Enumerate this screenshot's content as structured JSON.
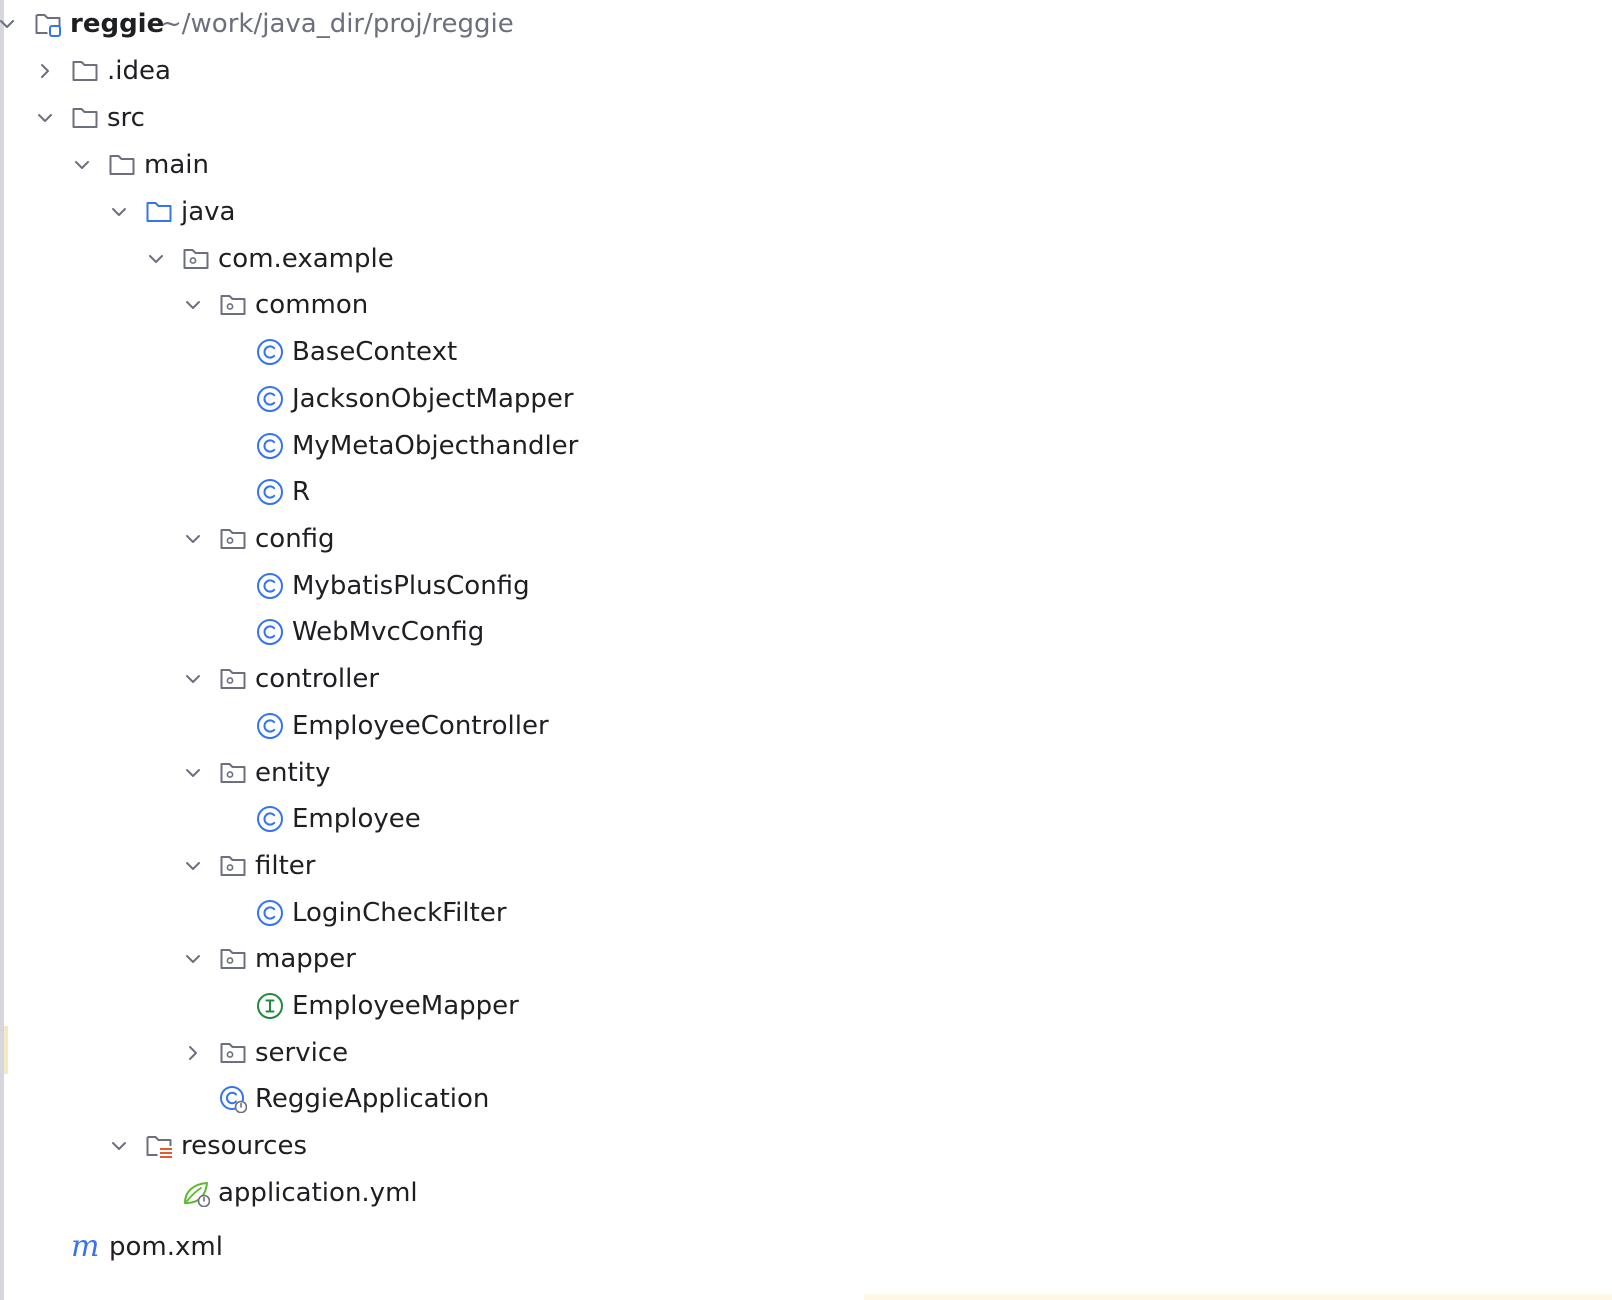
{
  "project": {
    "name": "reggie",
    "path": "~/work/java_dir/proj/reggie"
  },
  "colors": {
    "folder_stroke": "#6c707e",
    "source_folder": "#3574f0",
    "class_icon": "#3574f0",
    "interface_icon": "#208a3c",
    "resources_accent": "#e55b2e",
    "spring_green": "#5fb832",
    "maven_blue": "#3574f0"
  },
  "tree": [
    {
      "label": "reggie",
      "icon": "module-icon",
      "arrow": "down",
      "bold": true
    },
    {
      "label": ".idea",
      "icon": "folder-icon",
      "arrow": "right"
    },
    {
      "label": "src",
      "icon": "folder-icon",
      "arrow": "down"
    },
    {
      "label": "main",
      "icon": "folder-icon",
      "arrow": "down"
    },
    {
      "label": "java",
      "icon": "source-folder-icon",
      "arrow": "down"
    },
    {
      "label": "com.example",
      "icon": "package-icon",
      "arrow": "down"
    },
    {
      "label": "common",
      "icon": "package-icon",
      "arrow": "down"
    },
    {
      "label": "BaseContext",
      "icon": "class-icon"
    },
    {
      "label": "JacksonObjectMapper",
      "icon": "class-icon"
    },
    {
      "label": "MyMetaObjecthandler",
      "icon": "class-icon"
    },
    {
      "label": "R",
      "icon": "class-icon"
    },
    {
      "label": "config",
      "icon": "package-icon",
      "arrow": "down"
    },
    {
      "label": "MybatisPlusConfig",
      "icon": "class-icon"
    },
    {
      "label": "WebMvcConfig",
      "icon": "class-icon"
    },
    {
      "label": "controller",
      "icon": "package-icon",
      "arrow": "down"
    },
    {
      "label": "EmployeeController",
      "icon": "class-icon"
    },
    {
      "label": "entity",
      "icon": "package-icon",
      "arrow": "down"
    },
    {
      "label": "Employee",
      "icon": "class-icon"
    },
    {
      "label": "filter",
      "icon": "package-icon",
      "arrow": "down"
    },
    {
      "label": "LoginCheckFilter",
      "icon": "class-icon"
    },
    {
      "label": "mapper",
      "icon": "package-icon",
      "arrow": "down"
    },
    {
      "label": "EmployeeMapper",
      "icon": "interface-icon"
    },
    {
      "label": "service",
      "icon": "package-icon",
      "arrow": "right"
    },
    {
      "label": "ReggieApplication",
      "icon": "spring-boot-class-icon"
    },
    {
      "label": "resources",
      "icon": "resources-folder-icon",
      "arrow": "down"
    },
    {
      "label": "application.yml",
      "icon": "spring-config-icon"
    },
    {
      "label": "pom.xml",
      "icon": "maven-icon"
    }
  ]
}
